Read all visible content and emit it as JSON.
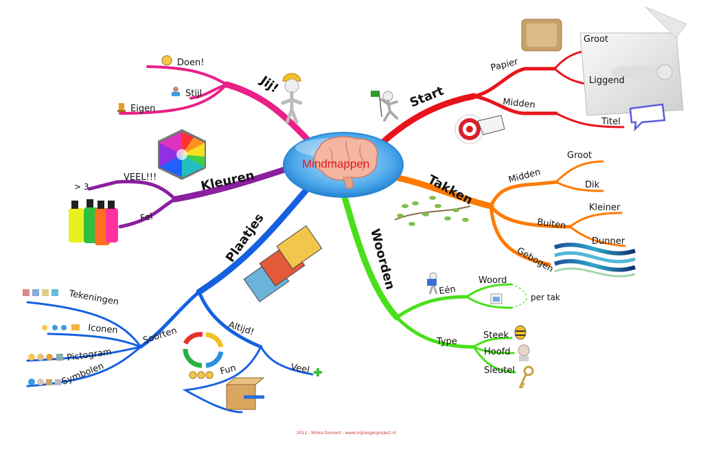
{
  "center": {
    "title": "Mindmappen"
  },
  "footer": "2012 - Minka Dumont - www.mijneigenproject.nl",
  "branches": {
    "start": {
      "label": "Start",
      "color": "#e8141c",
      "papier": {
        "label": "Papier",
        "children": [
          "Groot",
          "Liggend"
        ]
      },
      "midden": {
        "label": "Midden",
        "children": [
          "Titel"
        ]
      }
    },
    "takken": {
      "label": "Takken",
      "color": "#ff7a00",
      "midden": {
        "label": "Midden",
        "children": [
          "Groot",
          "Dik"
        ]
      },
      "buiten": {
        "label": "Buiten",
        "children": [
          "Kleiner",
          "Dunner"
        ]
      },
      "gebogen": {
        "label": "Gebogen"
      }
    },
    "woorden": {
      "label": "Woorden",
      "color": "#49e01a",
      "een": {
        "label": "Eén",
        "woord": "Woord",
        "pertak": "per tak"
      },
      "type": {
        "label": "Type",
        "children": [
          "Steek",
          "Hoofd",
          "Sleutel"
        ]
      }
    },
    "plaatjes": {
      "label": "Plaatjes",
      "color": "#1560e0",
      "soorten": {
        "label": "Soorten",
        "children": [
          "Tekeningen",
          "Iconen",
          "Pictogram",
          "Symbolen"
        ]
      },
      "altijd": {
        "label": "Altijd!",
        "children": [
          "Fun",
          "Veel"
        ]
      }
    },
    "kleuren": {
      "label": "Kleuren",
      "color": "#8a1fa0",
      "veel": {
        "label": "VEEL!!!",
        "child": "> 3"
      },
      "fel": {
        "label": "Fel"
      }
    },
    "jij": {
      "label": "Jij!",
      "color": "#ea1f87",
      "children": [
        "Doen!",
        "Stijl",
        "Eigen"
      ]
    }
  }
}
